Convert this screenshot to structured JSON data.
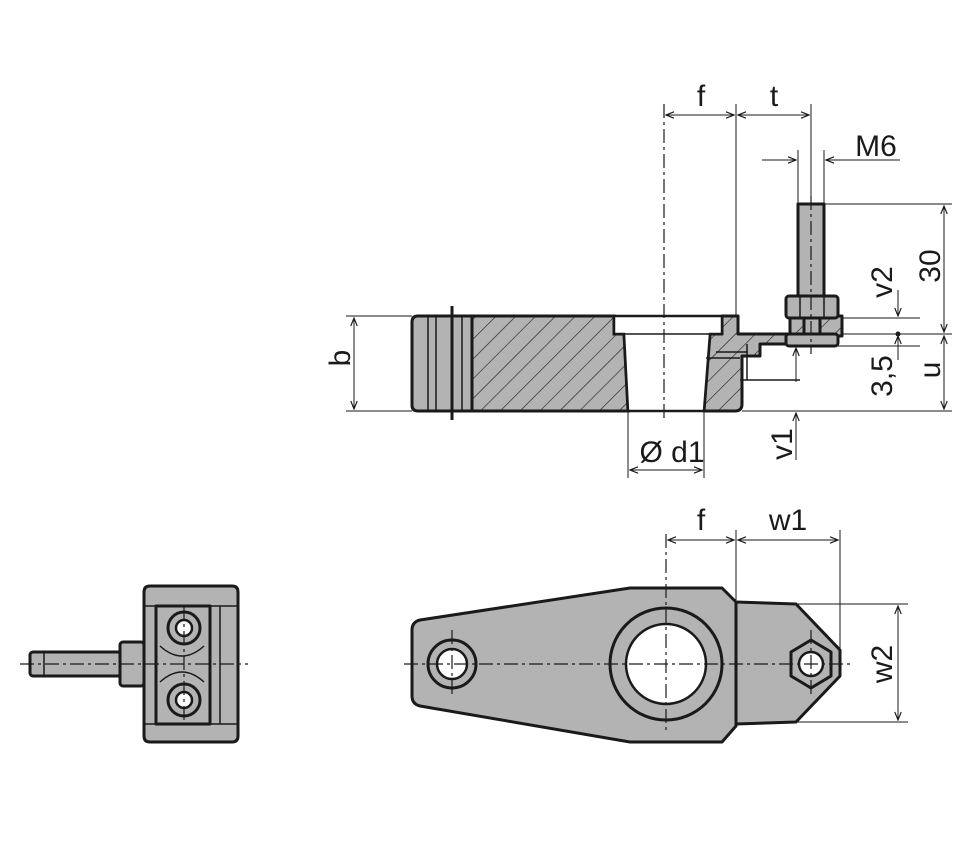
{
  "diagram": {
    "labels": {
      "f_top": "f",
      "t": "t",
      "m6": "M6",
      "thirty": "30",
      "v2": "v2",
      "b": "b",
      "three_five": "3,5",
      "u": "u",
      "v1": "v1",
      "d1": "Ø d1",
      "f_bottom": "f",
      "w1": "w1",
      "w2": "w2"
    },
    "colors": {
      "part_fill": "#b3b3b3",
      "line": "#1a1a1a",
      "background": "#ffffff"
    }
  }
}
